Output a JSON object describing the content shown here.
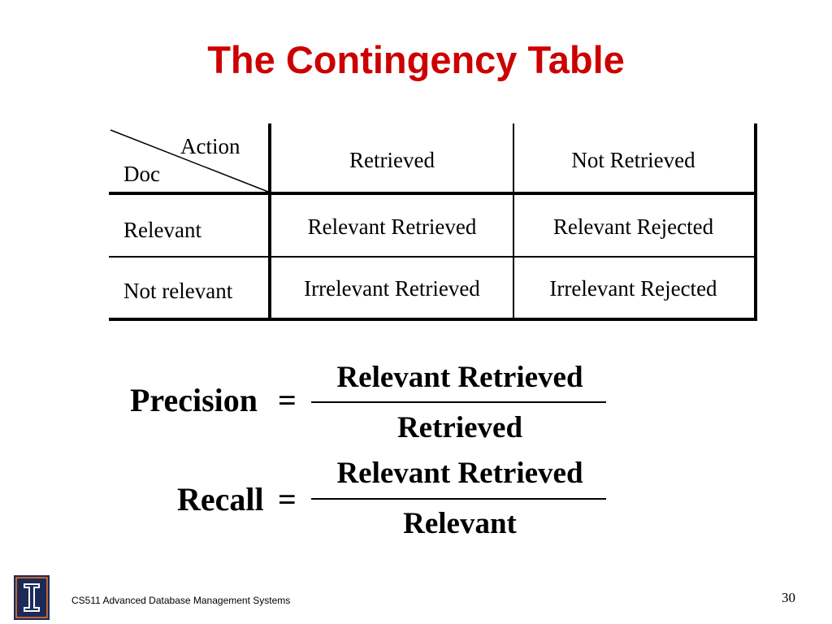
{
  "slide": {
    "title": "The Contingency Table",
    "footer": "CS511 Advanced Database Management Systems",
    "page_number": "30",
    "logo_icon": "illinois-i-logo",
    "title_color": "#cc0000"
  },
  "table": {
    "corner_action": "Action",
    "corner_doc": "Doc",
    "columns": [
      "Retrieved",
      "Not Retrieved"
    ],
    "rows": [
      {
        "label": "Relevant",
        "cells": [
          "Relevant Retrieved",
          "Relevant Rejected"
        ]
      },
      {
        "label": "Not relevant",
        "cells": [
          "Irrelevant Retrieved",
          "Irrelevant Rejected"
        ]
      }
    ]
  },
  "formulas": {
    "precision": {
      "lhs": "Precision",
      "eq": "=",
      "numerator": "Relevant Retrieved",
      "denominator": "Retrieved"
    },
    "recall": {
      "lhs": "Recall",
      "eq": "=",
      "numerator": "Relevant Retrieved",
      "denominator": "Relevant"
    }
  }
}
